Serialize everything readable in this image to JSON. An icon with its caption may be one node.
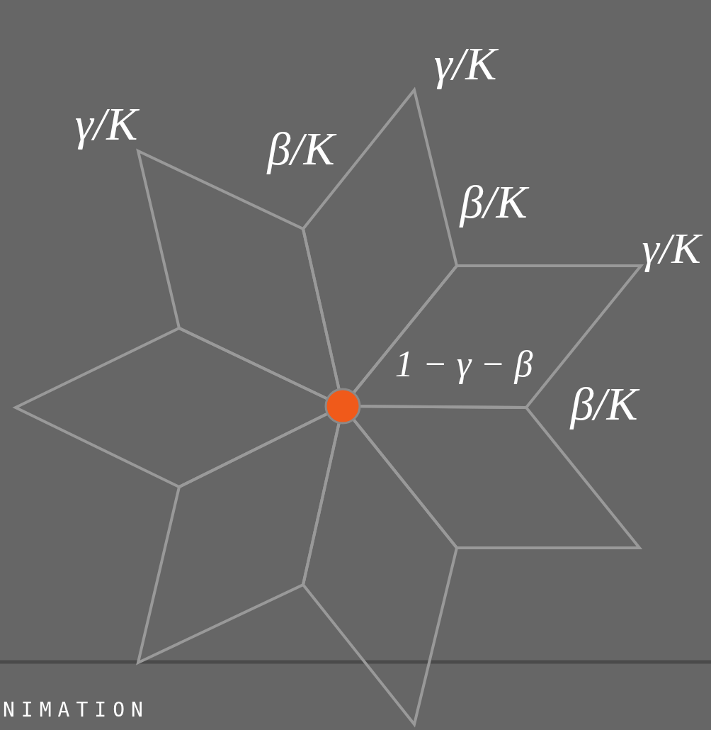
{
  "diagram": {
    "nodes": [
      {
        "text": [],
        "shape": "circle"
      }
    ],
    "labels": [
      "γ/K",
      "γ/K",
      "β/K",
      "β/K",
      "γ/K",
      "1 − γ − β",
      "β/K",
      "NIMATION"
    ]
  }
}
